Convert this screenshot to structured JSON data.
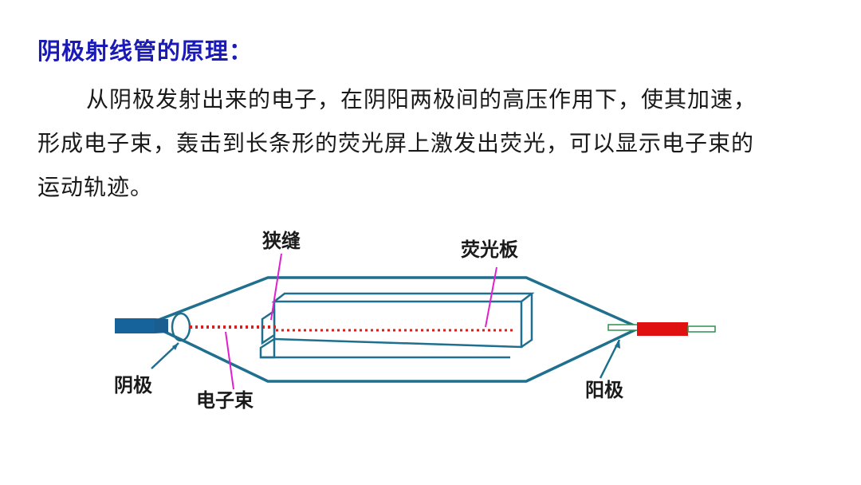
{
  "heading": "阴极射线管的原理：",
  "paragraph": {
    "line1": "从阴极发射出来的电子，在阴阳两极间的高压作用下，使其加速，",
    "line2": "形成电子束，轰击到长条形的荧光屏上激发出荧光，可以显示电子束的",
    "line3": "运动轨迹。"
  },
  "diagram": {
    "labels": {
      "slit": "狭缝",
      "fluorescent_plate": "荧光板",
      "cathode": "阴极",
      "electron_beam": "电子束",
      "anode": "阳极"
    },
    "colors": {
      "tube_outline": "#1f6f8f",
      "cathode": "#16629a",
      "anode": "#e01010",
      "beam": "#d81e1e",
      "pointer": "#e21fcf",
      "anode_rod": "#2f8f4f"
    }
  }
}
